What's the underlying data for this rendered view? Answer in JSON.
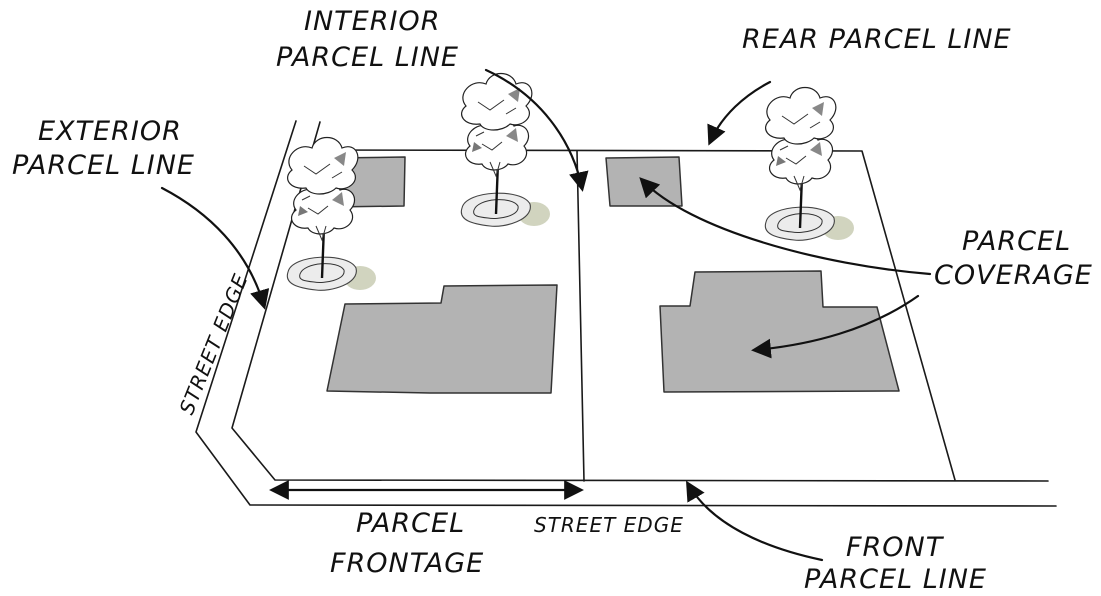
{
  "labels": {
    "interior_parcel_line": [
      "INTERIOR",
      "PARCEL LINE"
    ],
    "rear_parcel_line": "REAR PARCEL LINE",
    "exterior_parcel_line": [
      "EXTERIOR",
      "PARCEL LINE"
    ],
    "parcel_coverage": [
      "PARCEL",
      "COVERAGE"
    ],
    "street_edge_side": "STREET EDGE",
    "parcel_frontage": [
      "PARCEL",
      "FRONTAGE"
    ],
    "street_edge_bottom": "STREET EDGE",
    "front_parcel_line": [
      "FRONT",
      "PARCEL LINE"
    ]
  },
  "colors": {
    "ink": "#111111",
    "building_fill": "#b3b3b3",
    "tree_shadow": "#c9ccb4",
    "background": "#ffffff"
  },
  "icons": {
    "tree": "tree-icon"
  }
}
